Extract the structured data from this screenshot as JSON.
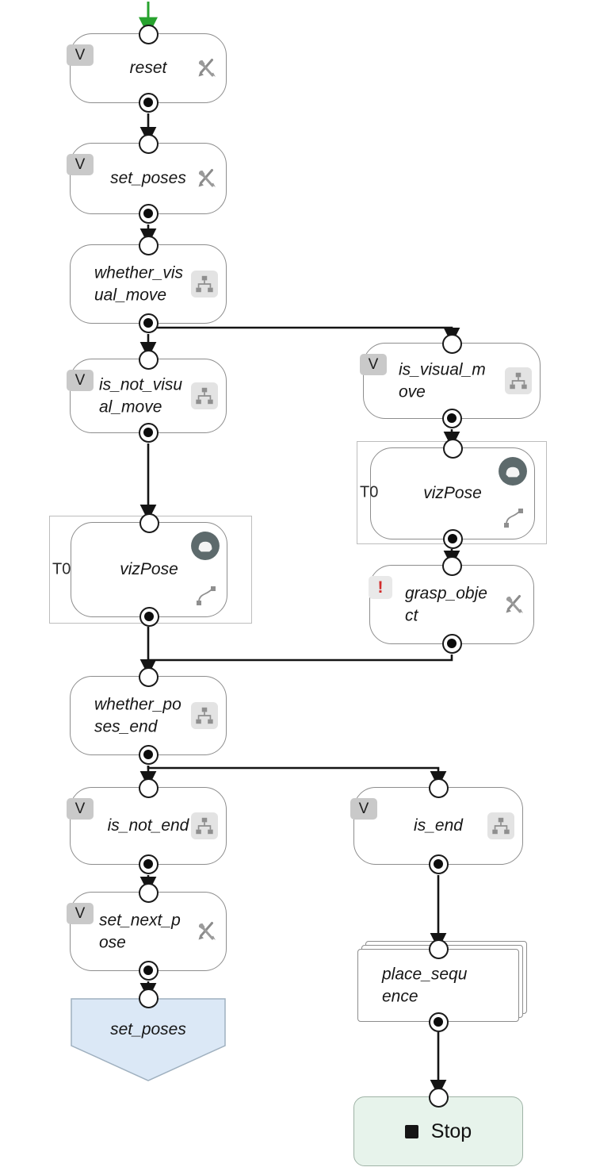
{
  "diagram": {
    "nodes": {
      "reset": {
        "label": "reset",
        "badge": "V"
      },
      "set_poses": {
        "label": "set_poses",
        "badge": "V"
      },
      "whether_visual_move": {
        "label": "whether_visual_move"
      },
      "is_not_visual_move": {
        "label": "is_not_visual_move",
        "badge": "V"
      },
      "vizpose_left": {
        "label": "vizPose",
        "frame_label": "T0"
      },
      "is_visual_move": {
        "label": "is_visual_move",
        "badge": "V"
      },
      "vizpose_right": {
        "label": "vizPose",
        "frame_label": "T0"
      },
      "grasp_object": {
        "label": "grasp_object",
        "badge": "!"
      },
      "whether_poses_end": {
        "label": "whether_poses_end"
      },
      "is_not_end": {
        "label": "is_not_end",
        "badge": "V"
      },
      "is_end": {
        "label": "is_end",
        "badge": "V"
      },
      "set_next_pose": {
        "label": "set_next_pose",
        "badge": "V"
      },
      "goto_set_poses": {
        "label": "set_poses"
      },
      "place_sequence": {
        "label": "place_sequence"
      },
      "stop": {
        "label": "Stop"
      }
    },
    "colors": {
      "edge": "#141414",
      "entry_arrow": "#27a22e",
      "goto_fill": "#dbe8f6",
      "goto_border": "#9fb0bf",
      "stop_fill": "#e7f3eb",
      "error_badge_text": "#d22b2b",
      "node_border": "#8d8d8d"
    }
  }
}
